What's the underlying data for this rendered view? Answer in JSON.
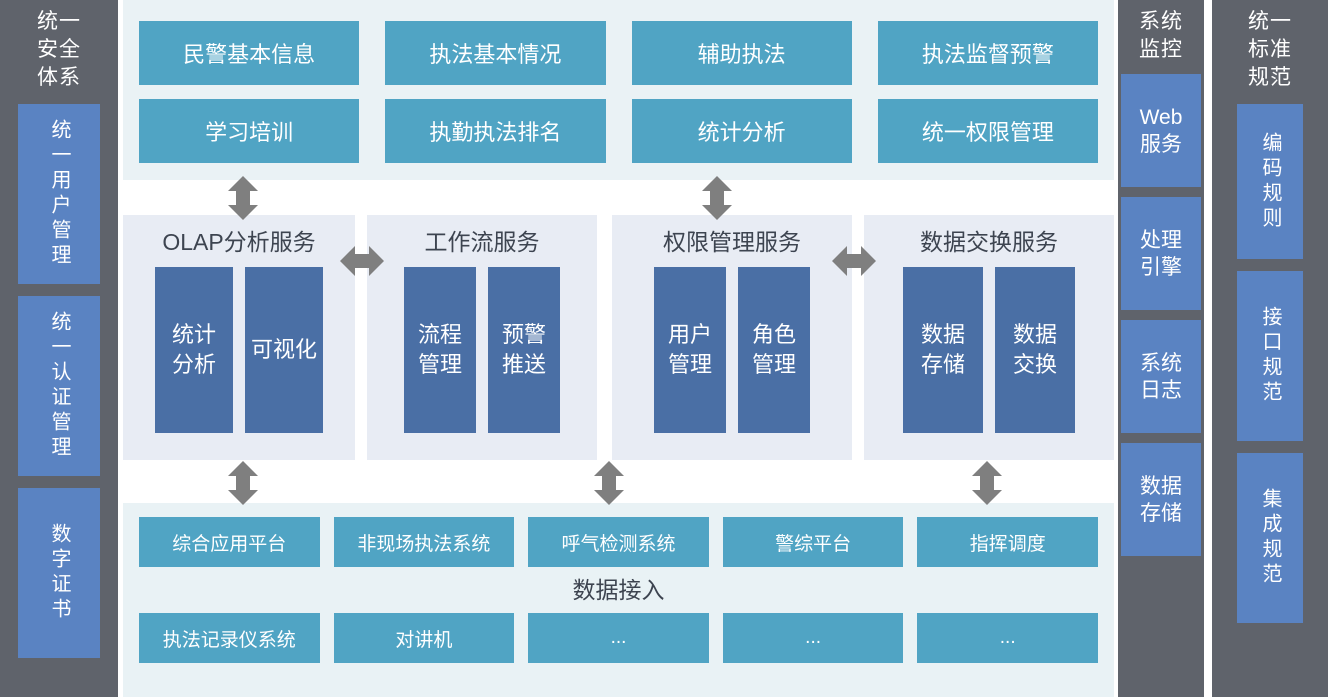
{
  "rails": {
    "left": {
      "title": "统一\n安全\n体系",
      "items": [
        {
          "label": "统一用户管理"
        },
        {
          "label": "统一认证管理"
        },
        {
          "label": "数字证书"
        }
      ]
    },
    "monitor": {
      "title": "系统\n监控",
      "items": [
        {
          "label": "Web\n服务"
        },
        {
          "label": "处理\n引擎"
        },
        {
          "label": "系统\n日志"
        },
        {
          "label": "数据\n存储"
        }
      ]
    },
    "standard": {
      "title": "统一\n标准\n规范",
      "items": [
        {
          "label": "编码规则"
        },
        {
          "label": "接口规范"
        },
        {
          "label": "集成规范"
        }
      ]
    }
  },
  "application_layer": {
    "items": [
      {
        "label": "民警基本信息"
      },
      {
        "label": "执法基本情况"
      },
      {
        "label": "辅助执法"
      },
      {
        "label": "执法监督预警"
      },
      {
        "label": "学习培训"
      },
      {
        "label": "执勤执法排名"
      },
      {
        "label": "统计分析"
      },
      {
        "label": "统一权限管理"
      }
    ]
  },
  "service_layer": {
    "panels": [
      {
        "title": "OLAP分析服务",
        "boxes": [
          {
            "label": "统计\n分析"
          },
          {
            "label": "可视化"
          }
        ]
      },
      {
        "title": "工作流服务",
        "boxes": [
          {
            "label": "流程\n管理"
          },
          {
            "label": "预警\n推送"
          }
        ]
      },
      {
        "title": "权限管理服务",
        "boxes": [
          {
            "label": "用户\n管理"
          },
          {
            "label": "角色\n管理"
          }
        ]
      },
      {
        "title": "数据交换服务",
        "boxes": [
          {
            "label": "数据\n存储"
          },
          {
            "label": "数据\n交换"
          }
        ]
      }
    ]
  },
  "data_layer": {
    "caption": "数据接入",
    "row1": [
      {
        "label": "综合应用平台"
      },
      {
        "label": "非现场执法系统"
      },
      {
        "label": "呼气检测系统"
      },
      {
        "label": "警综平台"
      },
      {
        "label": "指挥调度"
      }
    ],
    "row2": [
      {
        "label": "执法记录仪系统"
      },
      {
        "label": "对讲机"
      },
      {
        "label": "..."
      },
      {
        "label": "..."
      },
      {
        "label": "..."
      }
    ]
  },
  "connectors": {
    "vertical_label": "双向连接",
    "horizontal_label": "双向连接"
  },
  "colors": {
    "rail_background": "#5f636b",
    "rail_box": "#5a83c2",
    "teal_box": "#50a4c4",
    "blue_box": "#4a6fa5",
    "app_layer_background": "#eaf2f5",
    "service_panel_background": "#e8ecf4",
    "data_layer_background": "#e9f2f5",
    "arrow": "#7f7f7f"
  }
}
